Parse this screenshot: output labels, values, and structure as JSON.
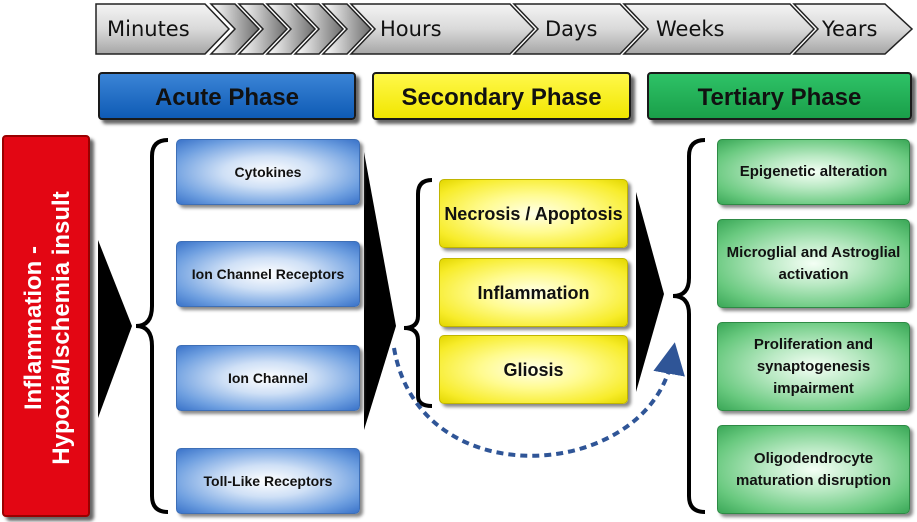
{
  "timeline": [
    "Minutes",
    "Hours",
    "Days",
    "Weeks",
    "Years"
  ],
  "side_label": {
    "line1": "Inflammation -",
    "line2": "Hypoxia/Ischemia insult"
  },
  "phases": {
    "acute": "Acute Phase",
    "secondary": "Secondary Phase",
    "tertiary": "Tertiary Phase"
  },
  "acute_items": [
    "Cytokines",
    "Ion Channel Receptors",
    "Ion Channel",
    "Toll-Like Receptors"
  ],
  "secondary_items": [
    "Necrosis / Apoptosis",
    "Inflammation",
    "Gliosis"
  ],
  "tertiary_items": [
    "Epigenetic alteration",
    "Microglial and Astroglial activation",
    "Proliferation and synaptogenesis impairment",
    "Oligodendrocyte maturation disruption"
  ],
  "colors": {
    "acute": "#1565c0",
    "secondary": "#f5ea00",
    "tertiary": "#22b14c",
    "insult": "#e30613",
    "arrow": "#2f5597"
  }
}
